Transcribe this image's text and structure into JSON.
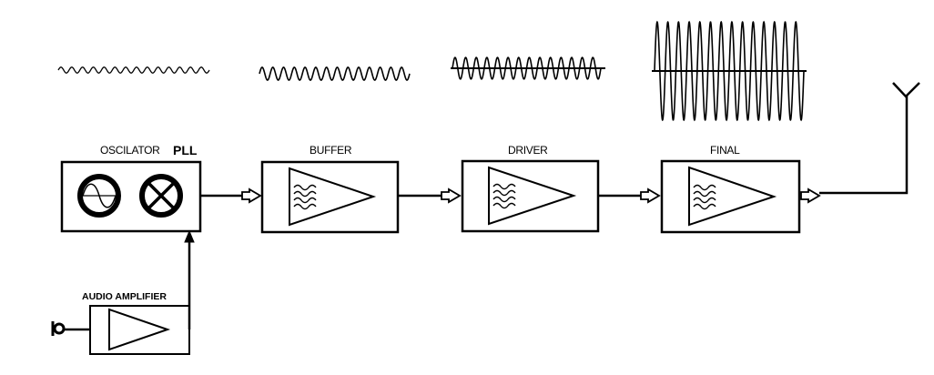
{
  "stages": {
    "oscillator": {
      "label": "OSCILATOR",
      "tag": "PLL"
    },
    "buffer": {
      "label": "BUFFER"
    },
    "driver": {
      "label": "DRIVER"
    },
    "final": {
      "label": "FINAL"
    },
    "audio_amplifier": {
      "label": "AUDIO AMPLIFIER"
    }
  },
  "waveforms": [
    {
      "stage": "oscillator",
      "relative_amplitude": 1
    },
    {
      "stage": "buffer",
      "relative_amplitude": 2.2
    },
    {
      "stage": "driver",
      "relative_amplitude": 3.7
    },
    {
      "stage": "final",
      "relative_amplitude": 11
    }
  ],
  "colors": {
    "ink": "#000000",
    "background": "#ffffff"
  }
}
